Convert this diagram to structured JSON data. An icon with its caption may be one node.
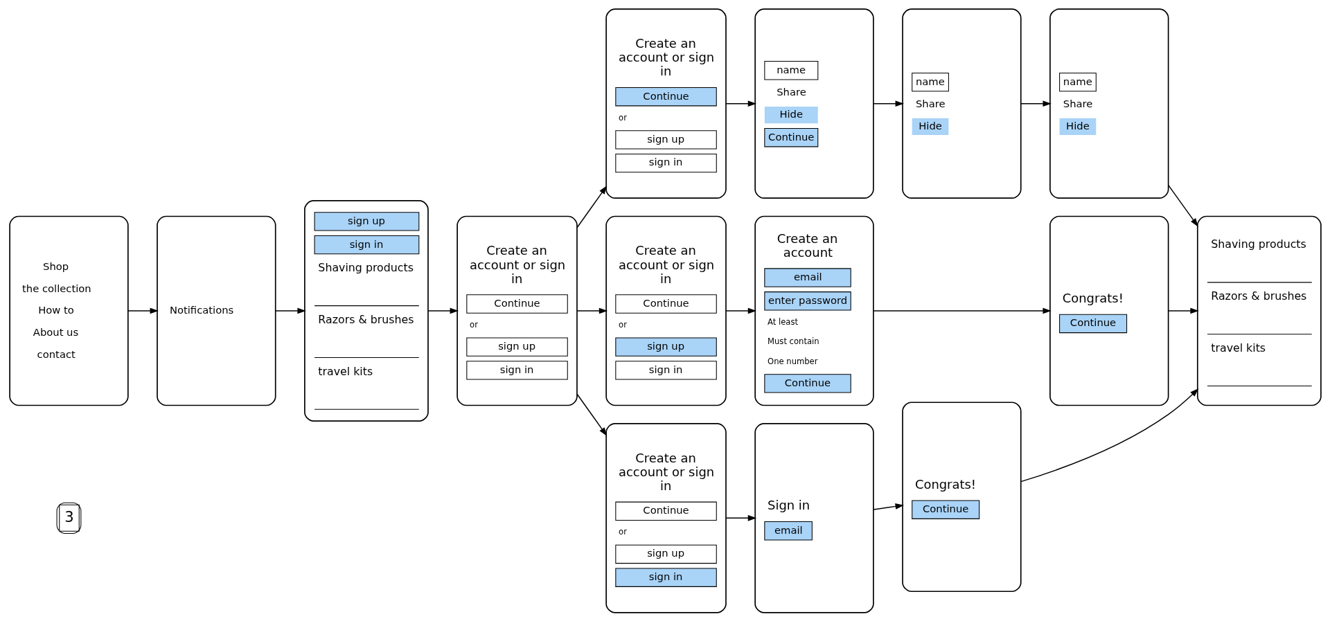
{
  "diagram": {
    "nodes": [
      {
        "text": [
          "Shop",
          "the collection",
          "How to",
          "About us",
          "contact"
        ]
      },
      {
        "text": [
          "Notifications"
        ]
      },
      {
        "text": [
          "sign up",
          "sign in",
          "Shaving products",
          "Razors & brushes",
          "travel kits"
        ]
      },
      {
        "text": [
          "Create an account or sign in",
          "Continue",
          "or",
          "sign up",
          "sign in"
        ]
      },
      {
        "text": [
          "Create an account or sign in",
          "Continue",
          "or",
          "sign up",
          "sign in"
        ]
      },
      {
        "text": [
          "name",
          "Share",
          "Hide",
          "Continue"
        ]
      },
      {
        "text": [
          "name",
          "Share",
          "Hide"
        ]
      },
      {
        "text": [
          "name",
          "Share",
          "Hide"
        ]
      },
      {
        "text": [
          "Shaving products",
          "Razors & brushes",
          "travel kits"
        ]
      },
      {
        "text": [
          "Create an account or sign in",
          "Continue",
          "or",
          "sign up",
          "sign in"
        ]
      },
      {
        "text": [
          "Create an account",
          "email",
          "enter password",
          "At least",
          "Must contain",
          "One number",
          "Continue"
        ]
      },
      {
        "text": [
          "Congrats!",
          "Continue"
        ]
      },
      {
        "text": [
          "Create an account or sign in",
          "Continue",
          "or",
          "sign up",
          "sign in"
        ]
      },
      {
        "text": [
          "Sign in",
          "email"
        ]
      },
      {
        "text": [
          "Congrats!",
          "Continue"
        ]
      }
    ],
    "edges": [
      {
        "from": 0,
        "to": 1,
        "arrow": "to"
      },
      {
        "from": 1,
        "to": 2,
        "arrow": "to"
      },
      {
        "from": 2,
        "to": 3,
        "arrow": "to"
      },
      {
        "from": 3,
        "to": 4,
        "arrow": "to"
      },
      {
        "from": 3,
        "to": 9,
        "arrow": "to"
      },
      {
        "from": 3,
        "to": 12,
        "arrow": "to"
      },
      {
        "from": 4,
        "to": 5,
        "arrow": "to"
      },
      {
        "from": 5,
        "to": 6,
        "arrow": "to"
      },
      {
        "from": 6,
        "to": 7,
        "arrow": "to"
      },
      {
        "from": 7,
        "to": 8,
        "arrow": "to"
      },
      {
        "from": 9,
        "to": 10,
        "arrow": "to"
      },
      {
        "from": 10,
        "to": 11,
        "arrow": "to"
      },
      {
        "from": 11,
        "to": 8,
        "arrow": "to"
      },
      {
        "from": 12,
        "to": 13,
        "arrow": "to"
      },
      {
        "from": 13,
        "to": 14,
        "arrow": "to"
      },
      {
        "from": 14,
        "to": 8,
        "arrow": "to"
      }
    ],
    "labels": [
      "3"
    ]
  }
}
